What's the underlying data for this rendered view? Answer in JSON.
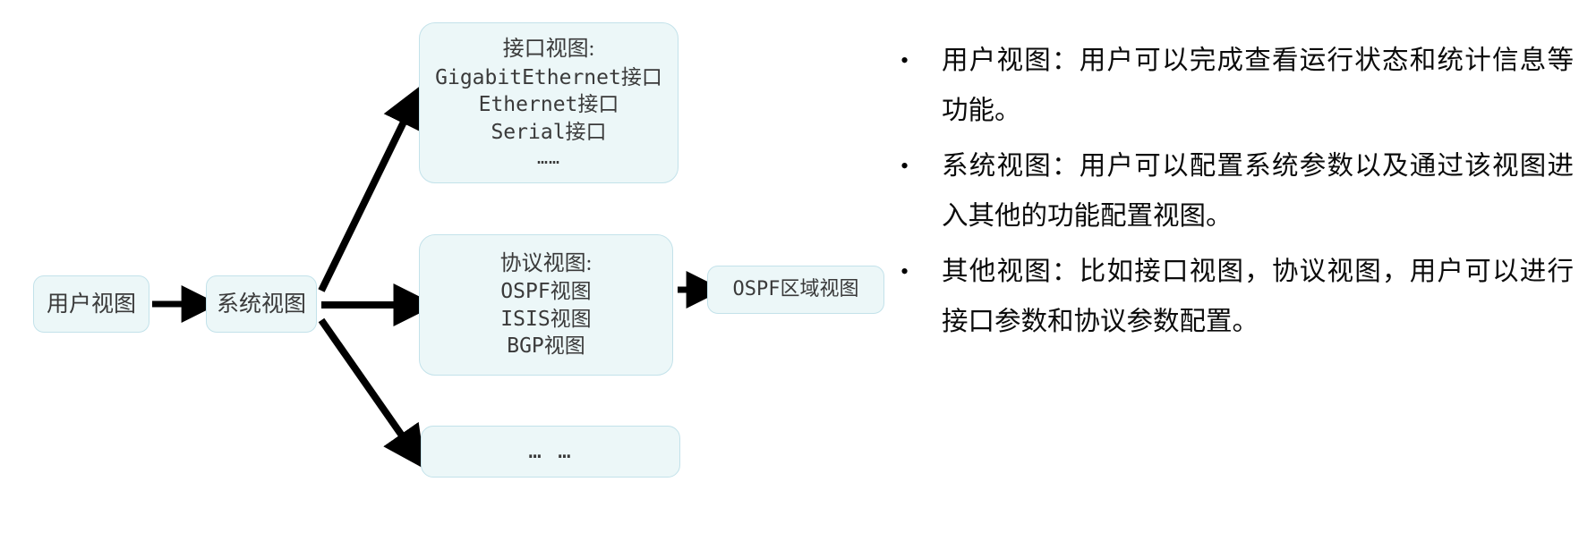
{
  "diagram": {
    "nodes": {
      "user_view": {
        "label": "用户视图"
      },
      "system_view": {
        "label": "系统视图"
      },
      "interface_view": {
        "title": "接口视图:",
        "lines": [
          "GigabitEthernet接口",
          "Ethernet接口",
          "Serial接口",
          "……"
        ]
      },
      "protocol_view": {
        "title": "协议视图:",
        "lines": [
          "OSPF视图",
          "ISIS视图",
          "BGP视图"
        ]
      },
      "ospf_area_view": {
        "label": "OSPF区域视图"
      },
      "other_view": {
        "label": "… …"
      }
    },
    "colors": {
      "node_fill": "#ecf7f8",
      "node_border": "#c3e2ea",
      "arrow": "#000000",
      "text": "#3a3a3a"
    }
  },
  "bullets": {
    "marker": "•",
    "items": [
      {
        "text": "用户视图：用户可以完成查看运行状态和统计信息等功能。"
      },
      {
        "text": "系统视图：用户可以配置系统参数以及通过该视图进入其他的功能配置视图。"
      },
      {
        "text": "其他视图：比如接口视图，协议视图，用户可以进行接口参数和协议参数配置。"
      }
    ]
  }
}
